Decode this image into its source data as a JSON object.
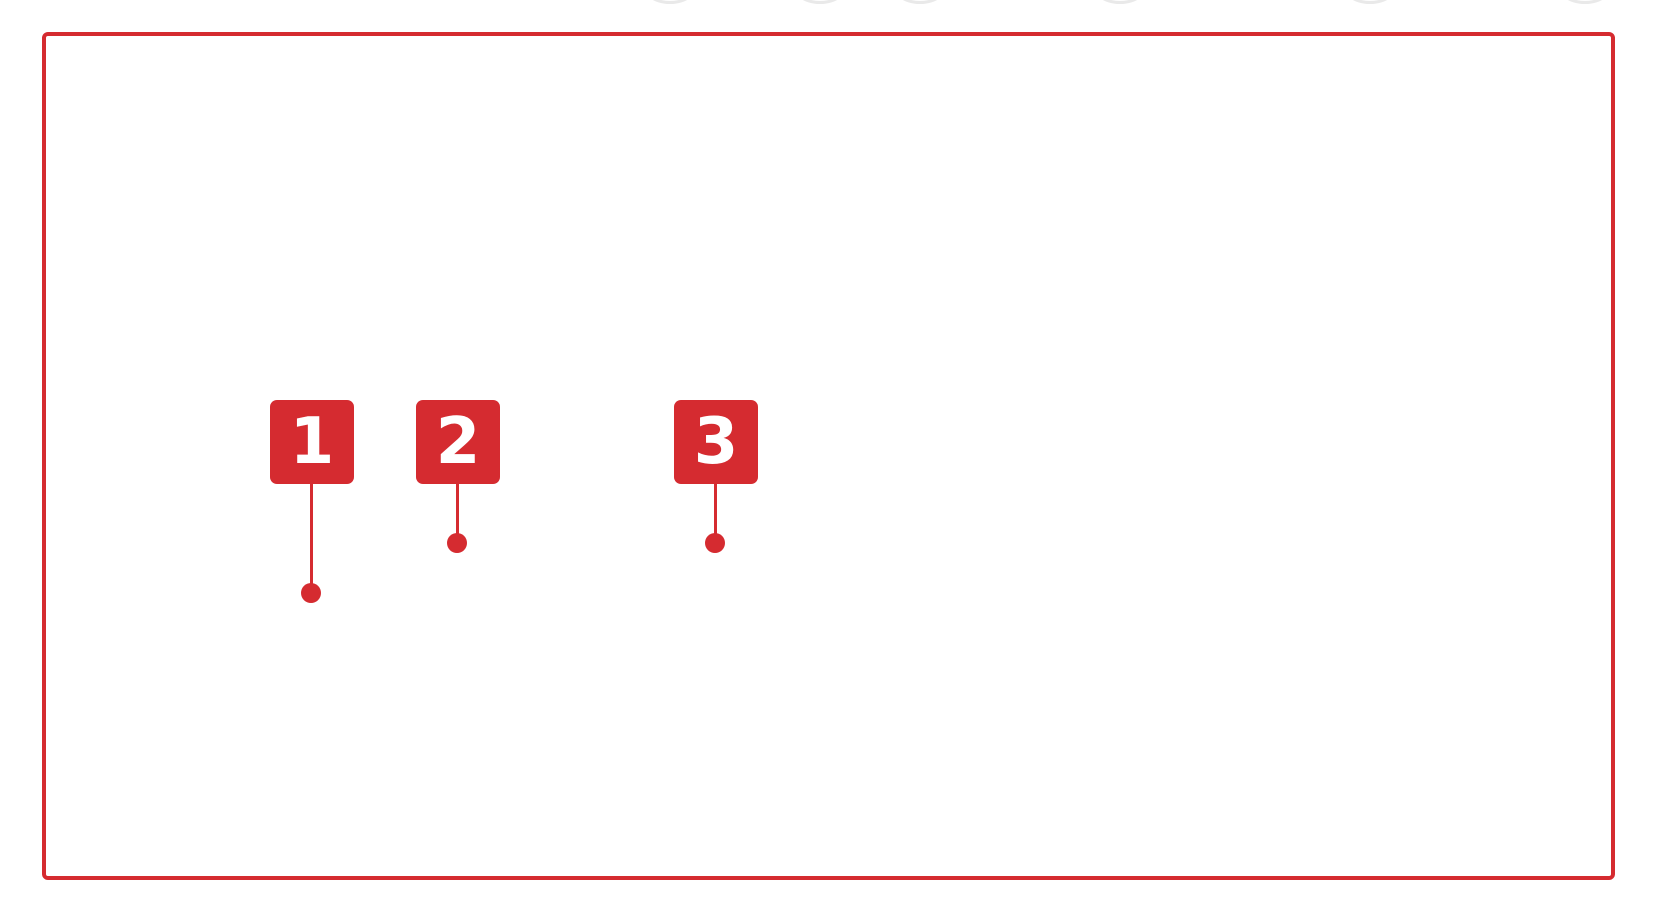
{
  "colors": {
    "accent": "#d52b30",
    "background": "#ffffff"
  },
  "callouts": [
    {
      "label": "1"
    },
    {
      "label": "2"
    },
    {
      "label": "3"
    }
  ]
}
